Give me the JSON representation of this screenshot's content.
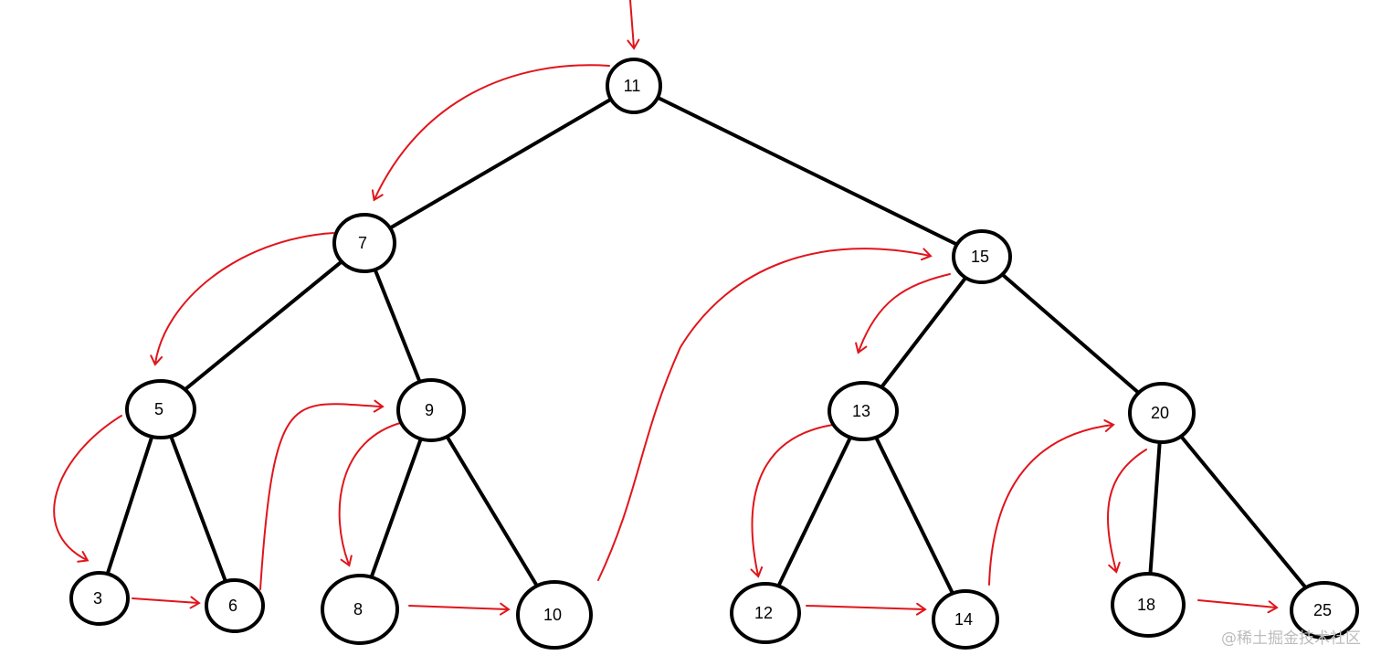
{
  "colors": {
    "edge": "#000000",
    "traversal": "#e0151b",
    "node_fill": "#ffffff",
    "watermark": "#bcbcbc"
  },
  "tree": {
    "nodes": [
      {
        "id": "n11",
        "label": "11"
      },
      {
        "id": "n7",
        "label": "7"
      },
      {
        "id": "n15",
        "label": "15"
      },
      {
        "id": "n5",
        "label": "5"
      },
      {
        "id": "n9",
        "label": "9"
      },
      {
        "id": "n13",
        "label": "13"
      },
      {
        "id": "n20",
        "label": "20"
      },
      {
        "id": "n3",
        "label": "3"
      },
      {
        "id": "n6",
        "label": "6"
      },
      {
        "id": "n8",
        "label": "8"
      },
      {
        "id": "n10",
        "label": "10"
      },
      {
        "id": "n12",
        "label": "12"
      },
      {
        "id": "n14",
        "label": "14"
      },
      {
        "id": "n18",
        "label": "18"
      },
      {
        "id": "n25",
        "label": "25"
      }
    ],
    "edges": [
      [
        "n11",
        "n7"
      ],
      [
        "n11",
        "n15"
      ],
      [
        "n7",
        "n5"
      ],
      [
        "n7",
        "n9"
      ],
      [
        "n5",
        "n3"
      ],
      [
        "n5",
        "n6"
      ],
      [
        "n9",
        "n8"
      ],
      [
        "n9",
        "n10"
      ],
      [
        "n15",
        "n13"
      ],
      [
        "n15",
        "n20"
      ],
      [
        "n13",
        "n12"
      ],
      [
        "n13",
        "n14"
      ],
      [
        "n20",
        "n18"
      ],
      [
        "n20",
        "n25"
      ]
    ]
  },
  "watermark": "@稀土掘金技术社区"
}
